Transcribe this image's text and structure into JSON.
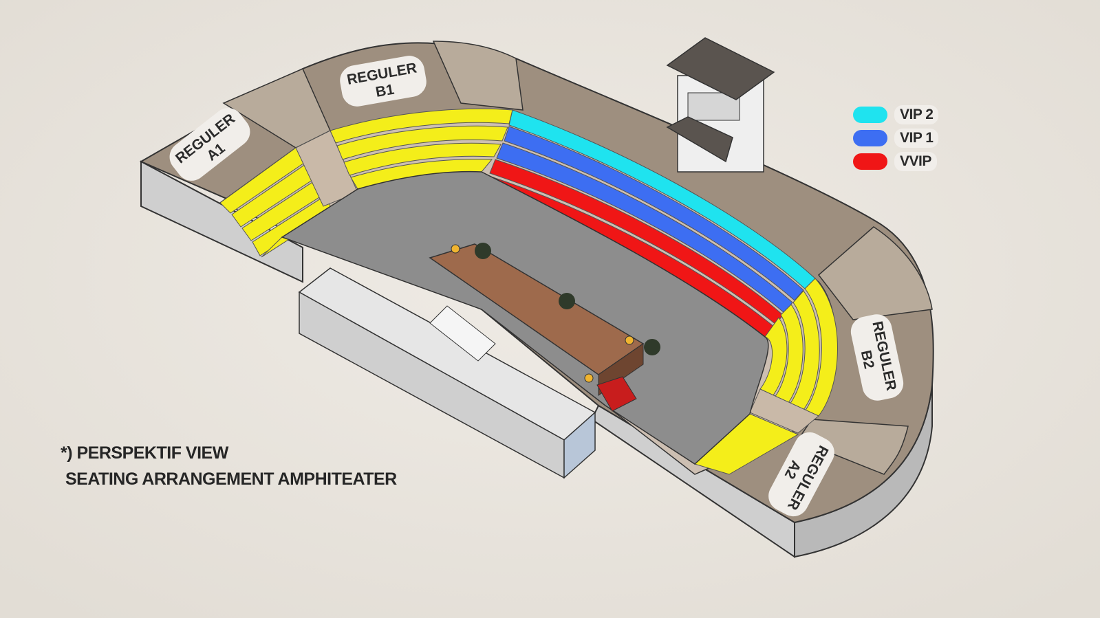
{
  "sections": {
    "a1": {
      "line1": "REGULER",
      "line2": "A1"
    },
    "b1": {
      "line1": "REGULER",
      "line2": "B1"
    },
    "b2": {
      "line1": "REGULER",
      "line2": "B2"
    },
    "a2": {
      "line1": "REGULER",
      "line2": "A2"
    }
  },
  "legend": [
    {
      "label": "VIP 2",
      "color": "#1fe3ef"
    },
    {
      "label": "VIP 1",
      "color": "#3d6ef2"
    },
    {
      "label": "VVIP",
      "color": "#f01616"
    }
  ],
  "colors": {
    "reguler": "#f4ee1a",
    "vip2": "#1fe3ef",
    "vip1": "#3d6ef2",
    "vvip": "#f01616",
    "stage": "#9e6a4c",
    "arena": "#8d8d8d",
    "walkway": "#9e8f7f"
  },
  "caption": {
    "line1": "*) PERSPEKTIF VIEW",
    "line2": "SEATING ARRANGEMENT AMPHITEATER"
  }
}
